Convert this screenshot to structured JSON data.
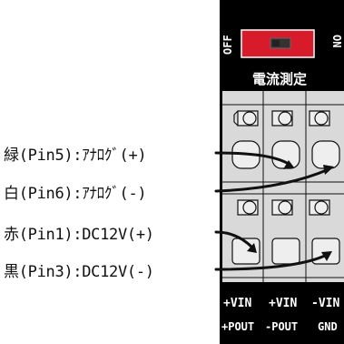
{
  "switch": {
    "off_label": "OFF",
    "on_label": "ON",
    "title": "電流測定",
    "colors": {
      "body": "#d81b2a",
      "knob": "#333333"
    }
  },
  "wire_labels": [
    {
      "text": "緑(Pin5):ｱﾅﾛｸﾞ(+)"
    },
    {
      "text": "白(Pin6):ｱﾅﾛｸﾞ(-)"
    },
    {
      "text": "赤(Pin1):DC12V(+)"
    },
    {
      "text": "黒(Pin3):DC12V(-)"
    }
  ],
  "terminal_labels": {
    "row1": [
      "+VIN",
      "+VIN",
      "-VIN"
    ],
    "row2": [
      "+POUT",
      "-POUT",
      "GND"
    ]
  },
  "colors": {
    "device_bg": "#000000",
    "terminal_bg": "#d9d9d9",
    "line": "#111111"
  }
}
